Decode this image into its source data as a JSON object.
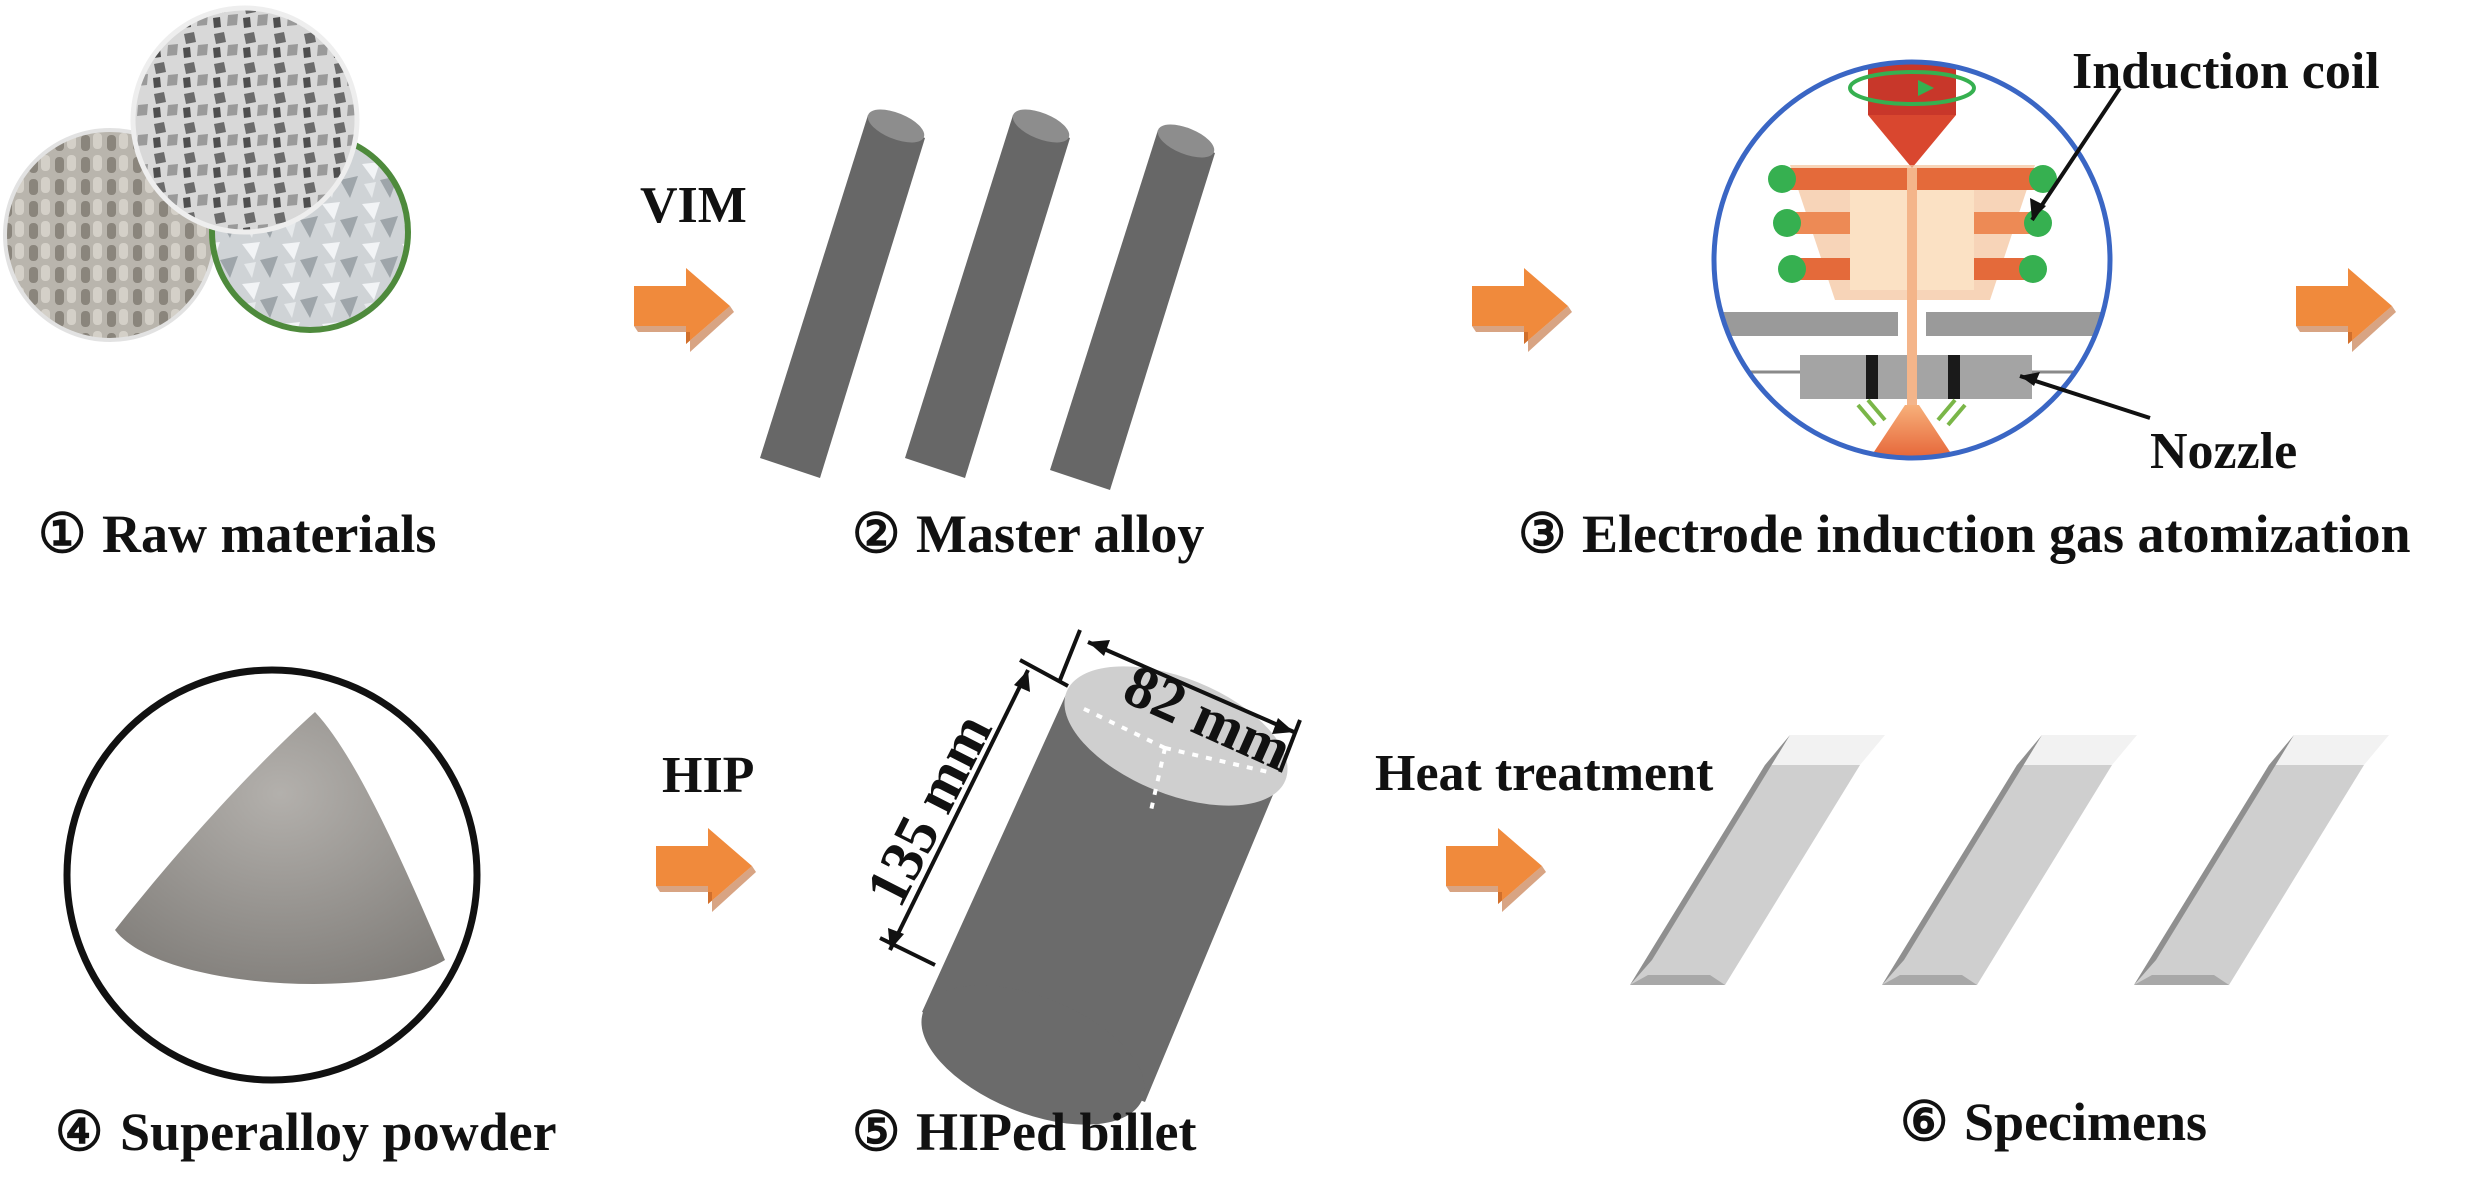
{
  "diagram": {
    "steps": [
      {
        "number": "①",
        "label": "Raw materials"
      },
      {
        "number": "②",
        "label": "Master alloy"
      },
      {
        "number": "③",
        "label": "Electrode induction gas atomization"
      },
      {
        "number": "④",
        "label": "Superalloy powder"
      },
      {
        "number": "⑤",
        "label": "HIPed billet"
      },
      {
        "number": "⑥",
        "label": "Specimens"
      }
    ],
    "arrows": [
      {
        "label": "VIM"
      },
      {
        "label": ""
      },
      {
        "label": ""
      },
      {
        "label": "HIP"
      },
      {
        "label": "Heat treatment"
      }
    ],
    "atomizer": {
      "coil_label": "Induction coil",
      "nozzle_label": "Nozzle"
    },
    "billet": {
      "diameter": "82 mm",
      "height": "135 mm"
    }
  },
  "colors": {
    "arrow": "#f08a3c",
    "rod": "#666666",
    "specimen": "#cfcfcf",
    "atomizer_ring": "#3a66c4",
    "coil": "#36b050"
  }
}
